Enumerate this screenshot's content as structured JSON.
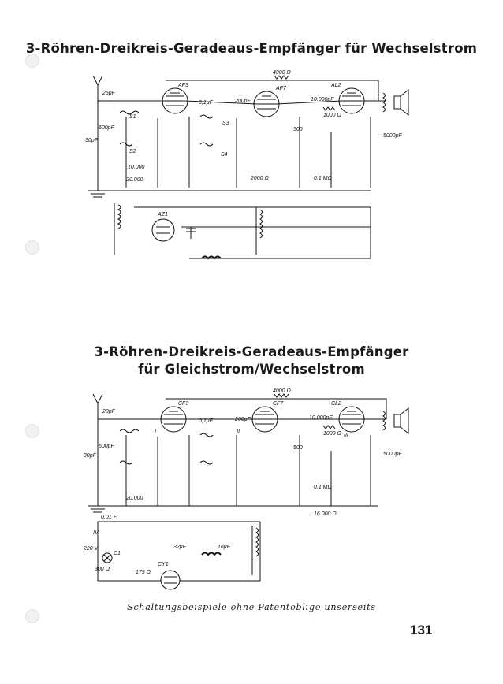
{
  "page": {
    "title_top": "3-Röhren-Dreikreis-Geradeaus-Empfänger für Wechselstrom",
    "title_bottom_line1": "3-Röhren-Dreikreis-Geradeaus-Empfänger",
    "title_bottom_line2": "für Gleichstrom/Wechselstrom",
    "caption": "Schaltungsbeispiele ohne Patentobligo unserseits",
    "page_number": "131"
  },
  "schematic_top": {
    "tubes": [
      "AF3",
      "AF7",
      "AL2",
      "AZ1"
    ],
    "components": [
      "25pF",
      "500pF",
      "30pF",
      "0,1μF",
      "200pF",
      "4000 Ω",
      "10.000pF",
      "1000 Ω",
      "5000pF",
      "500",
      "0,1 MΩ",
      "2000 Ω",
      "20.000",
      "10.000",
      "S1",
      "S2",
      "S3",
      "S4"
    ]
  },
  "schematic_bottom": {
    "tubes": [
      "CF3",
      "CF7",
      "CL2",
      "CY1"
    ],
    "components": [
      "20pF",
      "500pF",
      "30pF",
      "0,1μF",
      "200pF",
      "4000 Ω",
      "10.000pF",
      "1000 Ω",
      "5000pF",
      "500",
      "0,1 MΩ",
      "16.000 Ω",
      "0,01 F",
      "20.000",
      "220 V",
      "C1",
      "300 Ω",
      "32μF",
      "16μF",
      "175 Ω",
      "I",
      "II",
      "III",
      "IV"
    ]
  }
}
